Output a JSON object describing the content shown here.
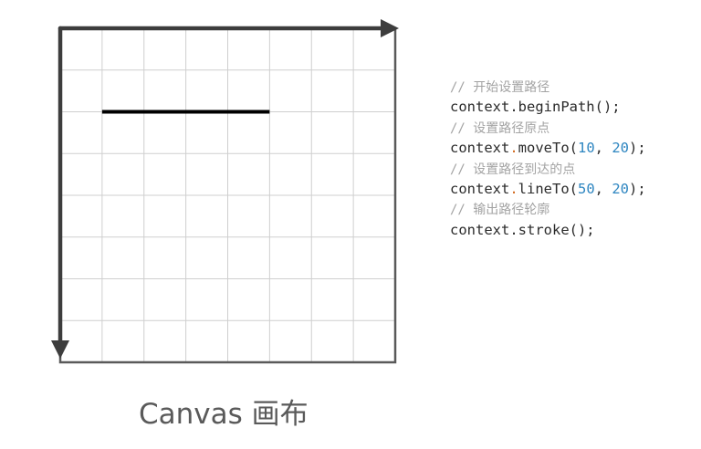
{
  "diagram": {
    "grid_cols": 8,
    "grid_rows": 8,
    "line_segment": {
      "from": [
        10,
        20
      ],
      "to": [
        50,
        20
      ]
    }
  },
  "code": [
    {
      "kind": "comment",
      "text": "// 开始设置路径"
    },
    {
      "kind": "code",
      "parts": [
        {
          "t": "plain",
          "v": "context.beginPath();"
        }
      ]
    },
    {
      "kind": "comment",
      "text": "// 设置路径原点"
    },
    {
      "kind": "code",
      "parts": [
        {
          "t": "plain",
          "v": "context"
        },
        {
          "t": "dot",
          "v": "."
        },
        {
          "t": "plain",
          "v": "moveTo("
        },
        {
          "t": "num",
          "v": "10"
        },
        {
          "t": "plain",
          "v": ", "
        },
        {
          "t": "num",
          "v": "20"
        },
        {
          "t": "plain",
          "v": ");"
        }
      ]
    },
    {
      "kind": "comment",
      "text": "// 设置路径到达的点"
    },
    {
      "kind": "code",
      "parts": [
        {
          "t": "plain",
          "v": "context"
        },
        {
          "t": "dot",
          "v": "."
        },
        {
          "t": "plain",
          "v": "lineTo("
        },
        {
          "t": "num",
          "v": "50"
        },
        {
          "t": "plain",
          "v": ", "
        },
        {
          "t": "num",
          "v": "20"
        },
        {
          "t": "plain",
          "v": ");"
        }
      ]
    },
    {
      "kind": "comment",
      "text": "// 输出路径轮廓"
    },
    {
      "kind": "code",
      "parts": [
        {
          "t": "plain",
          "v": "context.stroke();"
        }
      ]
    }
  ],
  "caption": "Canvas 画布",
  "colors": {
    "axis": "#3d3d3d",
    "grid": "#cfcfcf",
    "line": "#000000",
    "comment": "#a3a3a3",
    "number": "#2e86c1",
    "dot": "#d2691e"
  }
}
